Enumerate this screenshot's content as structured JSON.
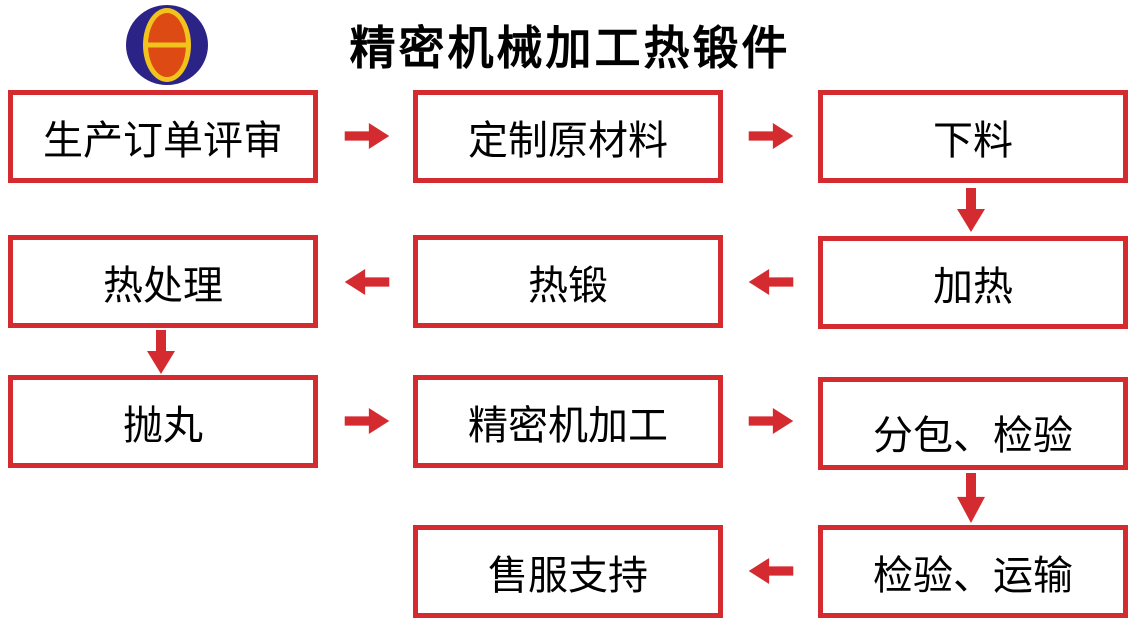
{
  "title": "精密机械加工热锻件",
  "logo": {
    "name": "company-logo",
    "outer_color": "#2b2385",
    "ring_color": "#f2c31c",
    "inner_color": "#dd4a13"
  },
  "colors": {
    "accent_red": "#d42b30",
    "box_background": "#ffffff",
    "text": "#000000"
  },
  "flow": {
    "nodes": [
      {
        "id": "production-order-review",
        "label": "生产订单评审"
      },
      {
        "id": "custom-raw-material",
        "label": "定制原材料"
      },
      {
        "id": "blanking",
        "label": "下料"
      },
      {
        "id": "heat-treatment",
        "label": "热处理"
      },
      {
        "id": "hot-forging",
        "label": "热锻"
      },
      {
        "id": "heating",
        "label": "加热"
      },
      {
        "id": "shot-blasting",
        "label": "抛丸"
      },
      {
        "id": "precision-machining",
        "label": "精密机加工"
      },
      {
        "id": "subcontract-inspection",
        "label": "分包、检验"
      },
      {
        "id": "after-sales-support",
        "label": "售服支持"
      },
      {
        "id": "inspection-transport",
        "label": "检验、运输"
      }
    ],
    "edges": [
      {
        "from": "生产订单评审",
        "to": "定制原材料",
        "direction": "right"
      },
      {
        "from": "定制原材料",
        "to": "下料",
        "direction": "right"
      },
      {
        "from": "下料",
        "to": "加热",
        "direction": "down"
      },
      {
        "from": "加热",
        "to": "热锻",
        "direction": "left"
      },
      {
        "from": "热锻",
        "to": "热处理",
        "direction": "left"
      },
      {
        "from": "热处理",
        "to": "抛丸",
        "direction": "down"
      },
      {
        "from": "抛丸",
        "to": "精密机加工",
        "direction": "right"
      },
      {
        "from": "精密机加工",
        "to": "分包、检验",
        "direction": "right"
      },
      {
        "from": "分包、检验",
        "to": "检验、运输",
        "direction": "down"
      },
      {
        "from": "检验、运输",
        "to": "售服支持",
        "direction": "left"
      }
    ]
  }
}
